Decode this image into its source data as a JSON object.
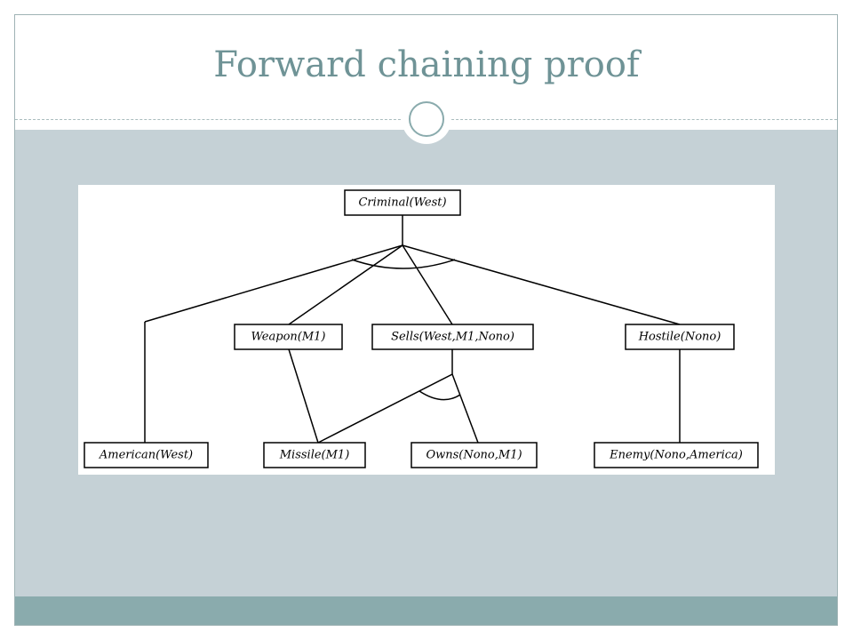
{
  "slide": {
    "title": "Forward chaining proof"
  },
  "colors": {
    "title": "#6f9396",
    "content_band": "#c5d1d6",
    "footer_band": "#8aabad",
    "accent_ring": "#8aabad"
  },
  "diagram": {
    "nodes": {
      "criminal": "Criminal(West)",
      "weapon": "Weapon(M1)",
      "sells": "Sells(West,M1,Nono)",
      "hostile": "Hostile(Nono)",
      "american": "American(West)",
      "missile": "Missile(M1)",
      "owns": "Owns(Nono,M1)",
      "enemy": "Enemy(Nono,America)"
    }
  }
}
